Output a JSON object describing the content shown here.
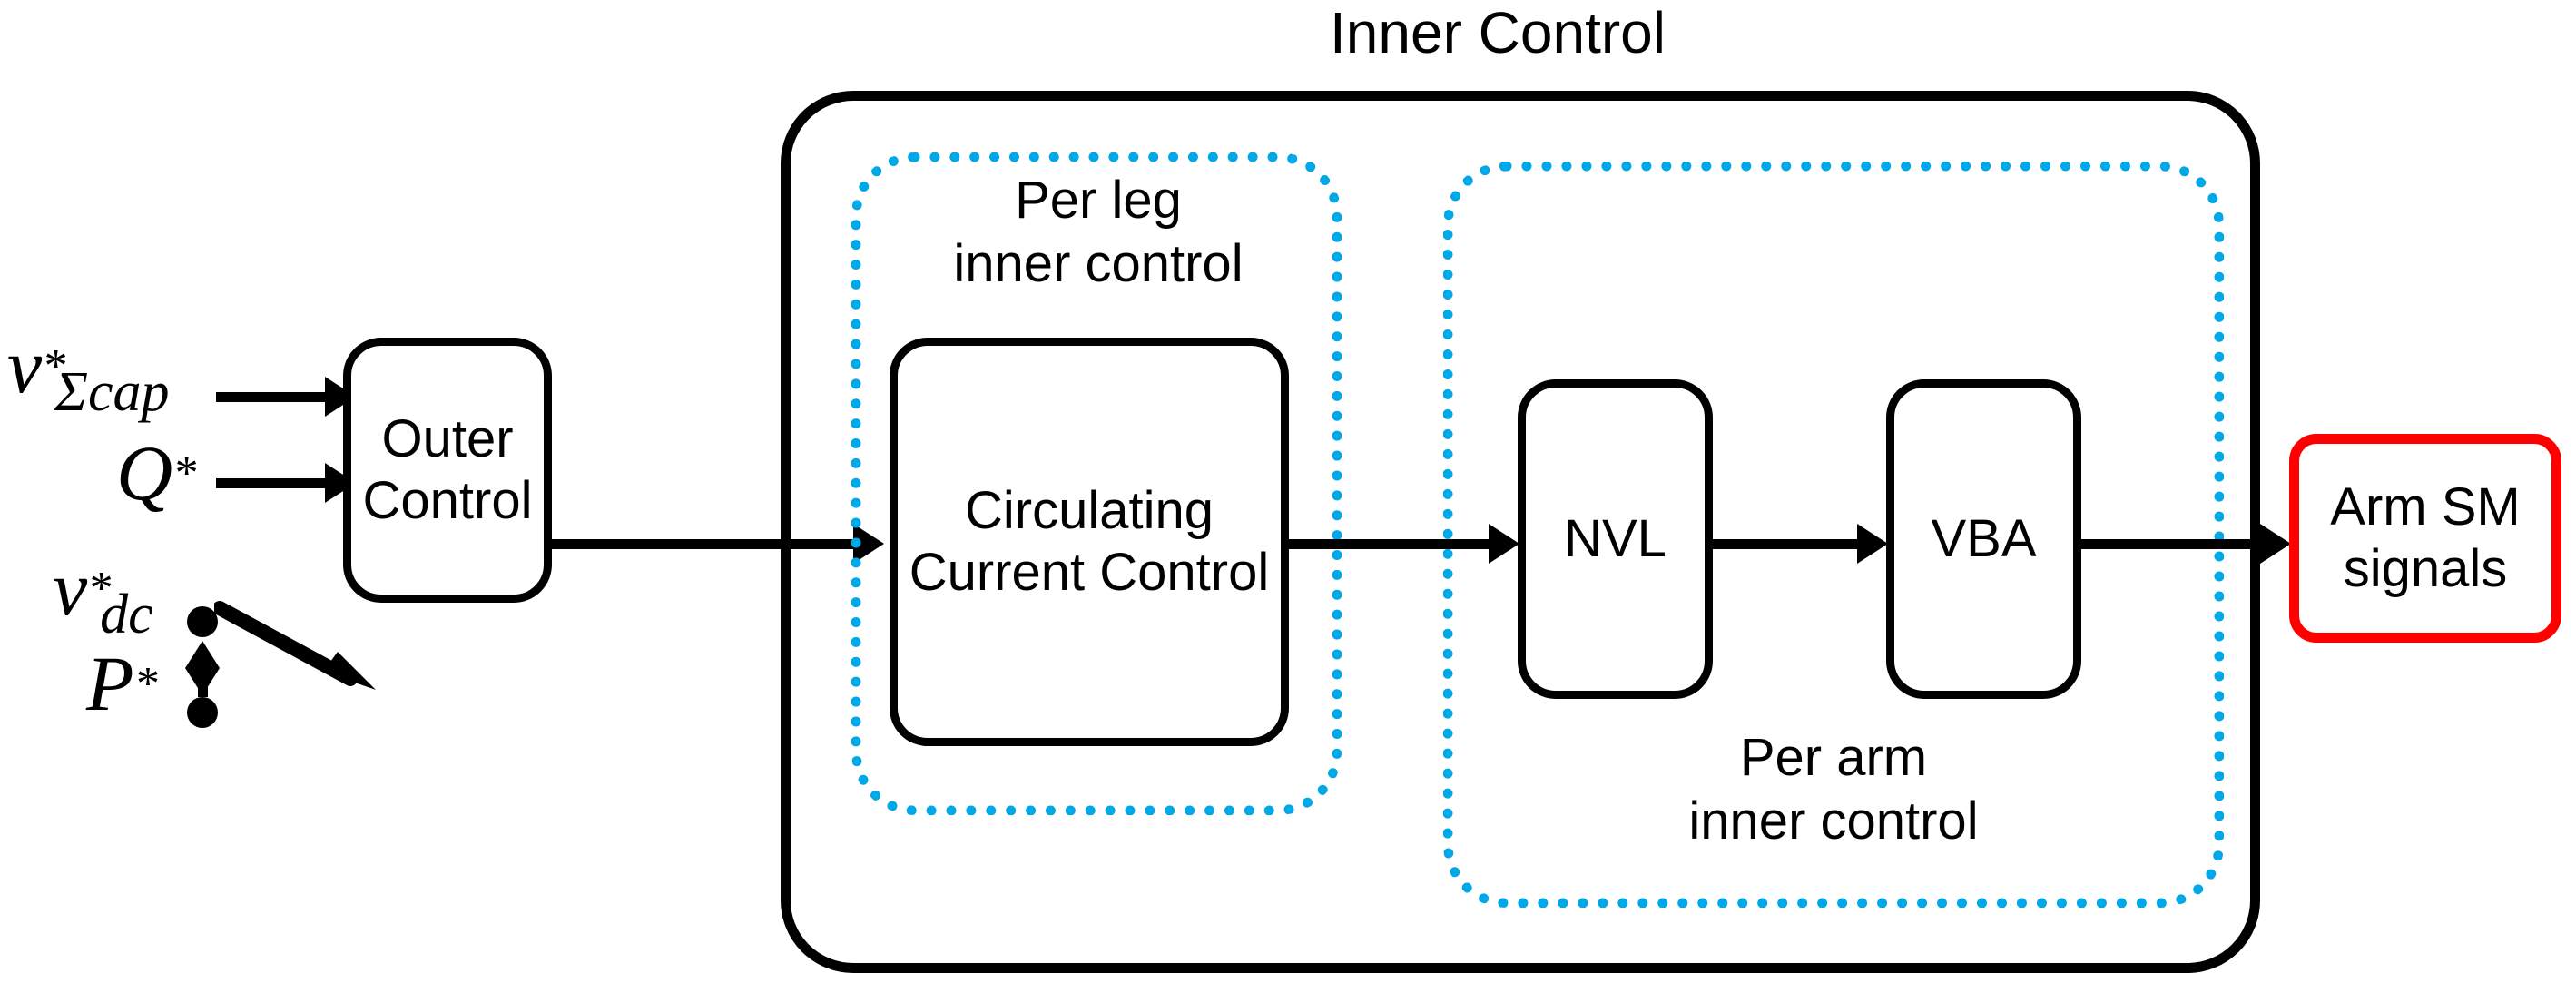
{
  "diagram": {
    "title_top": "Inner Control",
    "outer_control": {
      "label": "Outer\nControl"
    },
    "per_leg_group": {
      "label": "Per leg\ninner control"
    },
    "circulating_current": {
      "label": "Circulating\nCurrent\nControl"
    },
    "per_arm_group": {
      "label": "Per arm\ninner control"
    },
    "nvl": {
      "label": "NVL"
    },
    "vba": {
      "label": "VBA"
    },
    "arm_sm": {
      "label": "Arm SM\nsignals"
    },
    "inputs": [
      {
        "id": "vsigcap",
        "base": "v",
        "sup": "*",
        "sub": "Σcap"
      },
      {
        "id": "qref",
        "base": "Q",
        "sup": "*",
        "sub": ""
      },
      {
        "id": "vdc",
        "base": "v",
        "sup": "*",
        "sub": "dc"
      },
      {
        "id": "pref",
        "base": "P",
        "sup": "*",
        "sub": ""
      }
    ],
    "colors": {
      "outline": "#000000",
      "group_dotted": "#00A8E8",
      "highlight": "#FF0000",
      "background": "#FFFFFF"
    }
  }
}
